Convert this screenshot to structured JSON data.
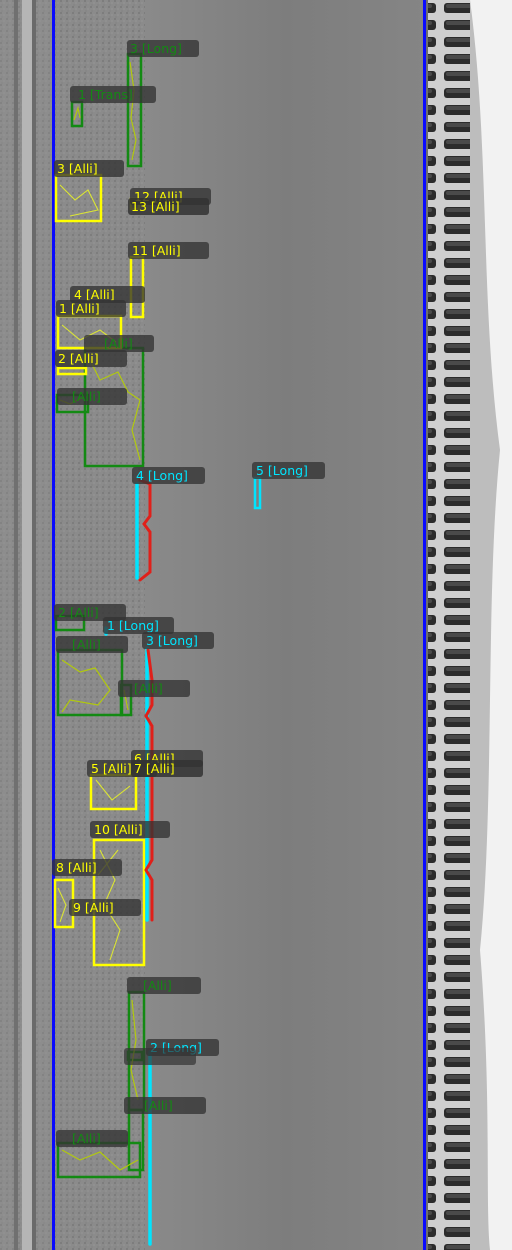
{
  "colors": {
    "lane_line": "#0a0aff",
    "long": "#00e5ff",
    "alli_yellow": "#ffff00",
    "green": "#138a13",
    "red_segment": "#e0201a",
    "label_bg": "#333333"
  },
  "annotations": [
    {
      "id": "g-long-3",
      "text": "3 [Long]",
      "kind": "long-green"
    },
    {
      "id": "g-trans-1",
      "text": "1 [Trans]",
      "kind": "trans-green"
    },
    {
      "id": "y-alli-3",
      "text": "3 [Alli]",
      "kind": "alli-yellow"
    },
    {
      "id": "y-alli-12",
      "text": "12 [Alli]",
      "kind": "alli-yellow"
    },
    {
      "id": "y-alli-13",
      "text": "13 [Alli]",
      "kind": "alli-yellow"
    },
    {
      "id": "y-alli-11",
      "text": "11 [Alli]",
      "kind": "alli-yellow"
    },
    {
      "id": "y-alli-4",
      "text": "4 [Alli]",
      "kind": "alli-yellow"
    },
    {
      "id": "y-alli-1",
      "text": "1 [Alli]",
      "kind": "alli-yellow"
    },
    {
      "id": "y-alli-2",
      "text": "2 [Alli]",
      "kind": "alli-yellow"
    },
    {
      "id": "g-alli-a",
      "text": "[Alli]",
      "kind": "alli-green"
    },
    {
      "id": "c-long-4",
      "text": "4 [Long]",
      "kind": "long-cyan"
    },
    {
      "id": "c-long-5",
      "text": "5 [Long]",
      "kind": "long-cyan"
    },
    {
      "id": "g-alli-b",
      "text": "[Alli]",
      "kind": "alli-green"
    },
    {
      "id": "c-long-1",
      "text": "1 [Long]",
      "kind": "long-cyan"
    },
    {
      "id": "c-long-3",
      "text": "3 [Long]",
      "kind": "long-cyan"
    },
    {
      "id": "g-alli-c",
      "text": "2 [Alli]",
      "kind": "alli-green"
    },
    {
      "id": "g-alli-d",
      "text": "[Alli]",
      "kind": "alli-green"
    },
    {
      "id": "y-alli-6",
      "text": "6 [Alli]",
      "kind": "alli-yellow"
    },
    {
      "id": "y-alli-5",
      "text": "5 [Alli]",
      "kind": "alli-yellow"
    },
    {
      "id": "y-alli-7",
      "text": "7 [Alli]",
      "kind": "alli-yellow"
    },
    {
      "id": "y-alli-10",
      "text": "10 [Alli]",
      "kind": "alli-yellow"
    },
    {
      "id": "y-alli-8",
      "text": "8 [Alli]",
      "kind": "alli-yellow"
    },
    {
      "id": "y-alli-9",
      "text": "9 [Alli]",
      "kind": "alli-yellow"
    },
    {
      "id": "g-alli-e",
      "text": "[Alli]",
      "kind": "alli-green"
    },
    {
      "id": "c-long-2",
      "text": "2 [Long]",
      "kind": "long-cyan"
    },
    {
      "id": "g-alli-f",
      "text": "[Alli]",
      "kind": "alli-green"
    },
    {
      "id": "g-alli-g",
      "text": "[Alli]",
      "kind": "alli-green"
    }
  ]
}
